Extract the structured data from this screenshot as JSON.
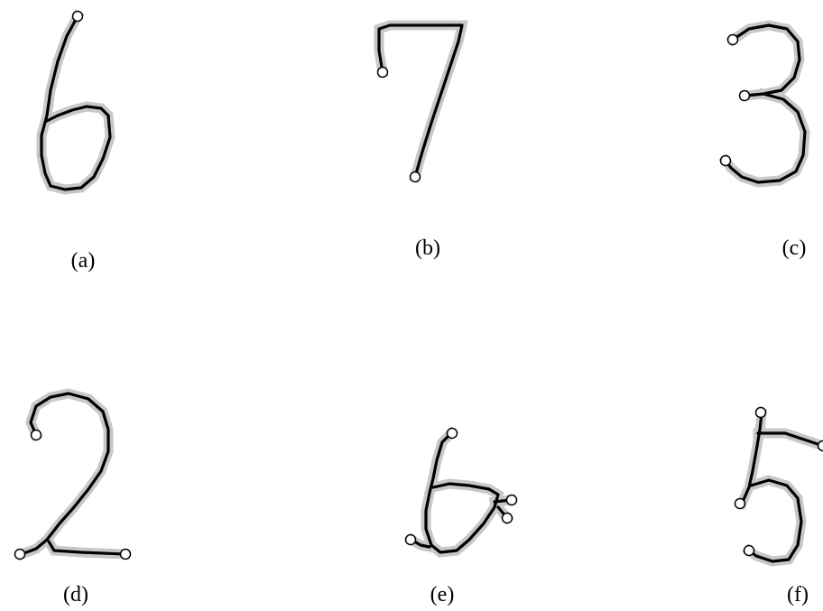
{
  "panels": [
    {
      "id": "a",
      "caption": "(a)",
      "digit": "6"
    },
    {
      "id": "b",
      "caption": "(b)",
      "digit": "7"
    },
    {
      "id": "c",
      "caption": "(c)",
      "digit": "3"
    },
    {
      "id": "d",
      "caption": "(d)",
      "digit": "2"
    },
    {
      "id": "e",
      "caption": "(e)",
      "digit": "6"
    },
    {
      "id": "f",
      "caption": "(f)",
      "digit": "5"
    }
  ],
  "colors": {
    "stroke": "#000000",
    "halo": "#c8c8c8",
    "marker_fill": "#ffffff",
    "marker_stroke": "#000000"
  }
}
